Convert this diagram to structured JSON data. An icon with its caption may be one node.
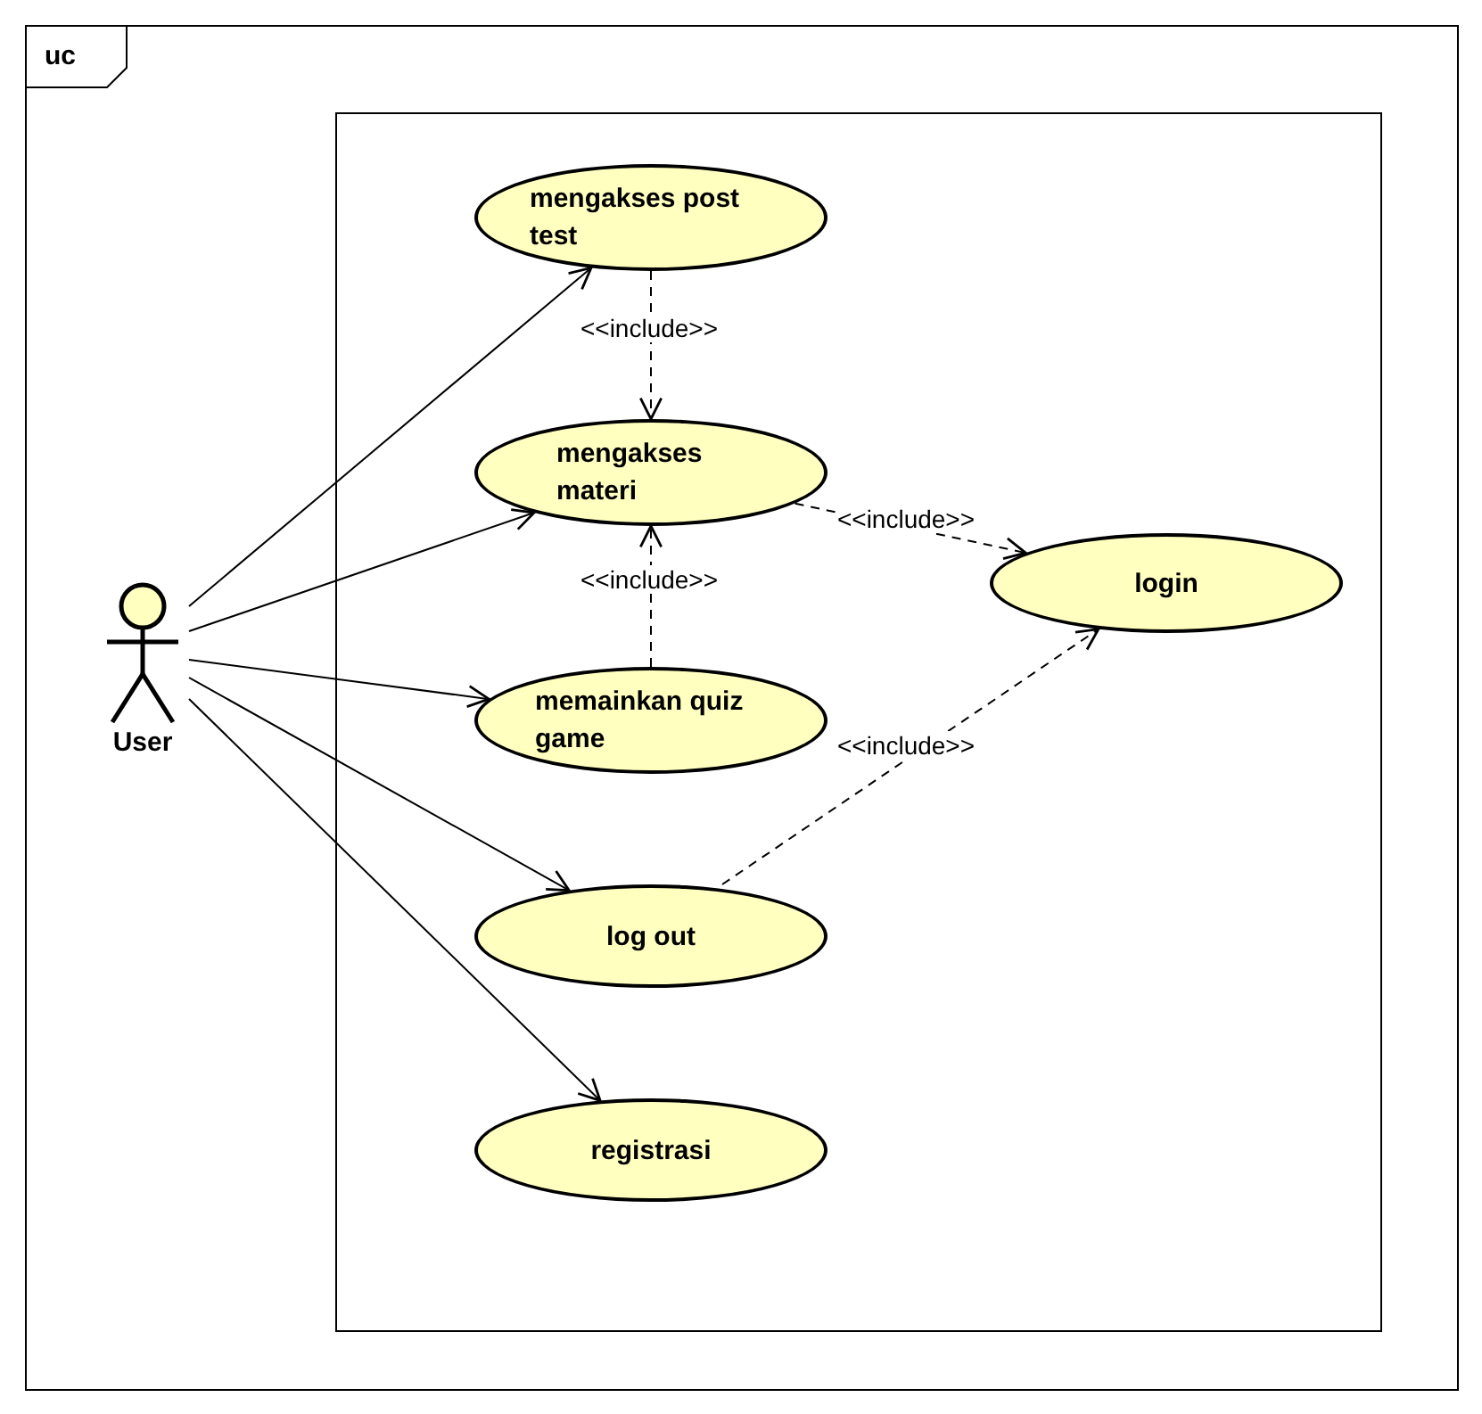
{
  "diagram": {
    "nodes": [
      {
        "text": [
          "uc"
        ]
      },
      {
        "text": [],
        "shape": "box",
        "in": 0
      },
      {
        "text": [
          "User"
        ],
        "in": 0
      },
      {
        "text": [
          "mengakses post test"
        ],
        "in": 1
      },
      {
        "text": [
          "mengakses materi"
        ],
        "in": 1
      },
      {
        "text": [
          "login"
        ],
        "in": 1
      },
      {
        "text": [
          "memainkan quiz game"
        ],
        "in": 1
      },
      {
        "text": [
          "log out"
        ],
        "in": 1
      },
      {
        "text": [
          "registrasi"
        ],
        "in": 1
      }
    ],
    "edges": [
      {
        "from": 2,
        "to": 3,
        "arrow": "to"
      },
      {
        "from": 2,
        "to": 4,
        "arrow": "to"
      },
      {
        "from": 2,
        "to": 6,
        "arrow": "to"
      },
      {
        "from": 2,
        "to": 7,
        "arrow": "to"
      },
      {
        "from": 2,
        "to": 8,
        "arrow": "to"
      },
      {
        "from": 3,
        "to": 4,
        "arrow": "to",
        "style": "dashed",
        "label": "<<include>>"
      },
      {
        "from": 6,
        "to": 4,
        "arrow": "to",
        "style": "dashed",
        "label": "<<include>>"
      },
      {
        "from": 4,
        "to": 5,
        "arrow": "to",
        "style": "dashed",
        "label": "<<include>>"
      },
      {
        "from": 7,
        "to": 5,
        "arrow": "to",
        "style": "dashed",
        "label": "<<include>>"
      }
    ]
  }
}
